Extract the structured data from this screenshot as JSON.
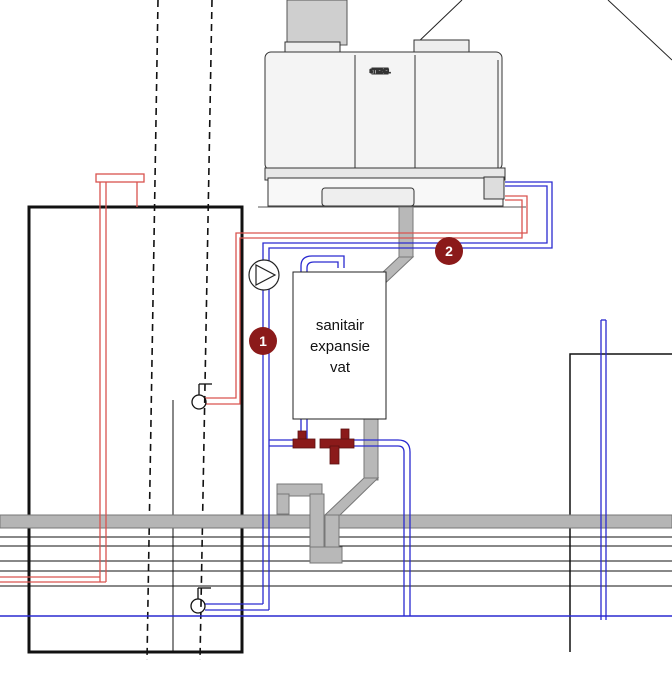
{
  "vessel": {
    "line1": "sanitair",
    "line2": "expansie",
    "line3": "vat"
  },
  "markers": {
    "one": "1",
    "two": "2"
  },
  "heat_pump": {
    "brand": "STIEBEL"
  },
  "colors": {
    "hot_pipe": "#d9534f",
    "cold_pipe": "#2a2ad0",
    "duct": "#b8b8b8",
    "valve": "#8b1a1a",
    "marker": "#8b1a1a"
  }
}
